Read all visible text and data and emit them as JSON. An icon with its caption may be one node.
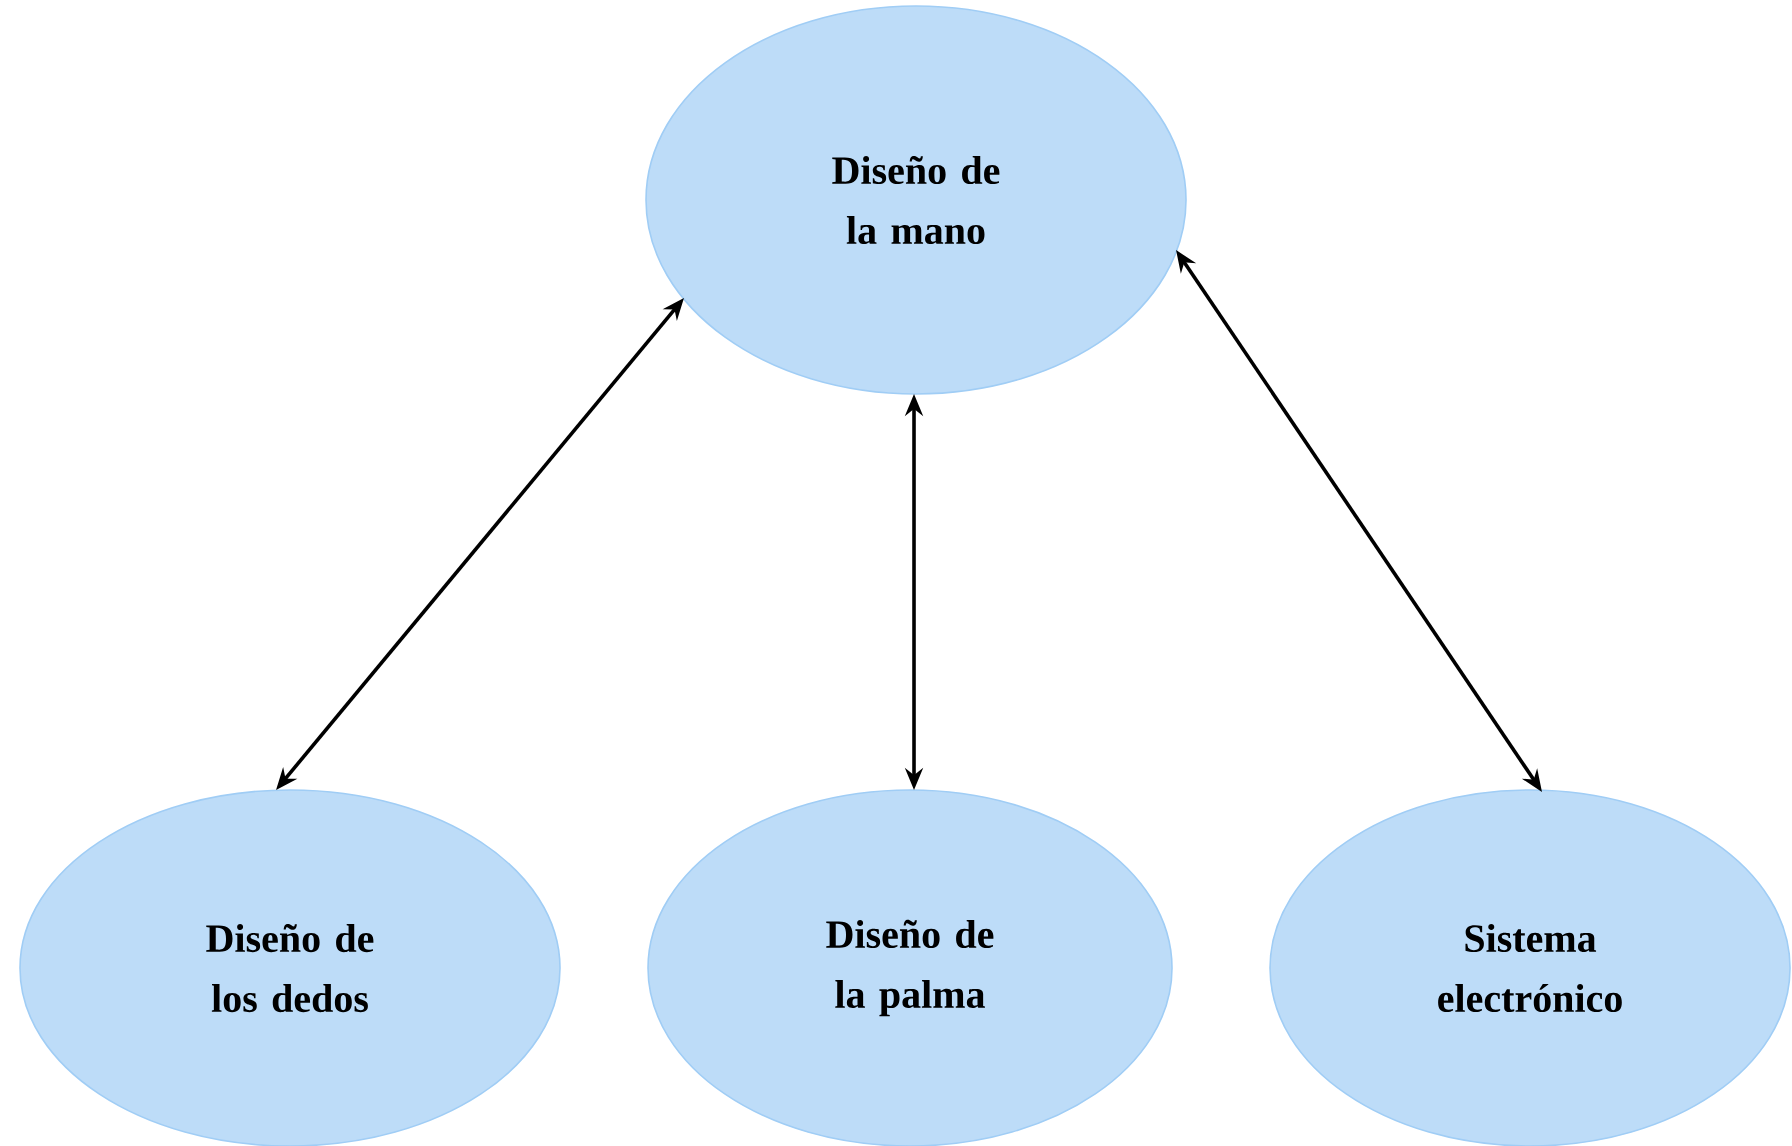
{
  "diagram": {
    "nodes": [
      {
        "text": [
          "Diseño de la mano"
        ]
      },
      {
        "text": [
          "Diseño de los dedos"
        ]
      },
      {
        "text": [
          "Diseño de la palma"
        ]
      },
      {
        "text": [
          "Sistema electrónico"
        ]
      }
    ],
    "edges": [
      {
        "from": 0,
        "to": 1,
        "arrow": "both"
      },
      {
        "from": 0,
        "to": 2,
        "arrow": "both"
      },
      {
        "from": 0,
        "to": 3,
        "arrow": "both"
      }
    ]
  }
}
